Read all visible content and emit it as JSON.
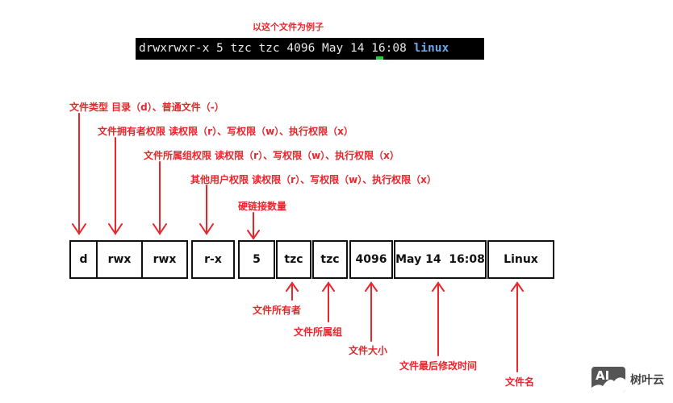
{
  "title": "以这个文件为例子",
  "terminal": {
    "perms": "drwxrwxr-x",
    "links": "5",
    "owner": "tzc",
    "group": "tzc",
    "size": "4096",
    "date": "May 14",
    "time": "16:08",
    "name": "linux"
  },
  "cells": [
    "d",
    "rwx",
    "rwx",
    "r-x",
    "5",
    "tzc",
    "tzc",
    "4096",
    "May 14  16:08",
    "Linux"
  ],
  "top_labels": [
    "文件类型 目录（d）、普通文件（-）",
    "文件拥有者权限 读权限（r）、写权限（w）、执行权限（x）",
    "文件所属组权限 读权限（r）、写权限（w）、执行权限（x）",
    "其他用户权限 读权限（r）、写权限（w）、执行权限（x）",
    "硬链接数量"
  ],
  "bottom_labels": [
    "文件所有者",
    "文件所属组",
    "文件大小",
    "文件最后修改时间",
    "文件名"
  ],
  "watermark": "AI 树叶云",
  "colors": {
    "annotation": "#e8262b",
    "terminal_bg": "#000000",
    "dir_name": "#6aa5e8"
  }
}
